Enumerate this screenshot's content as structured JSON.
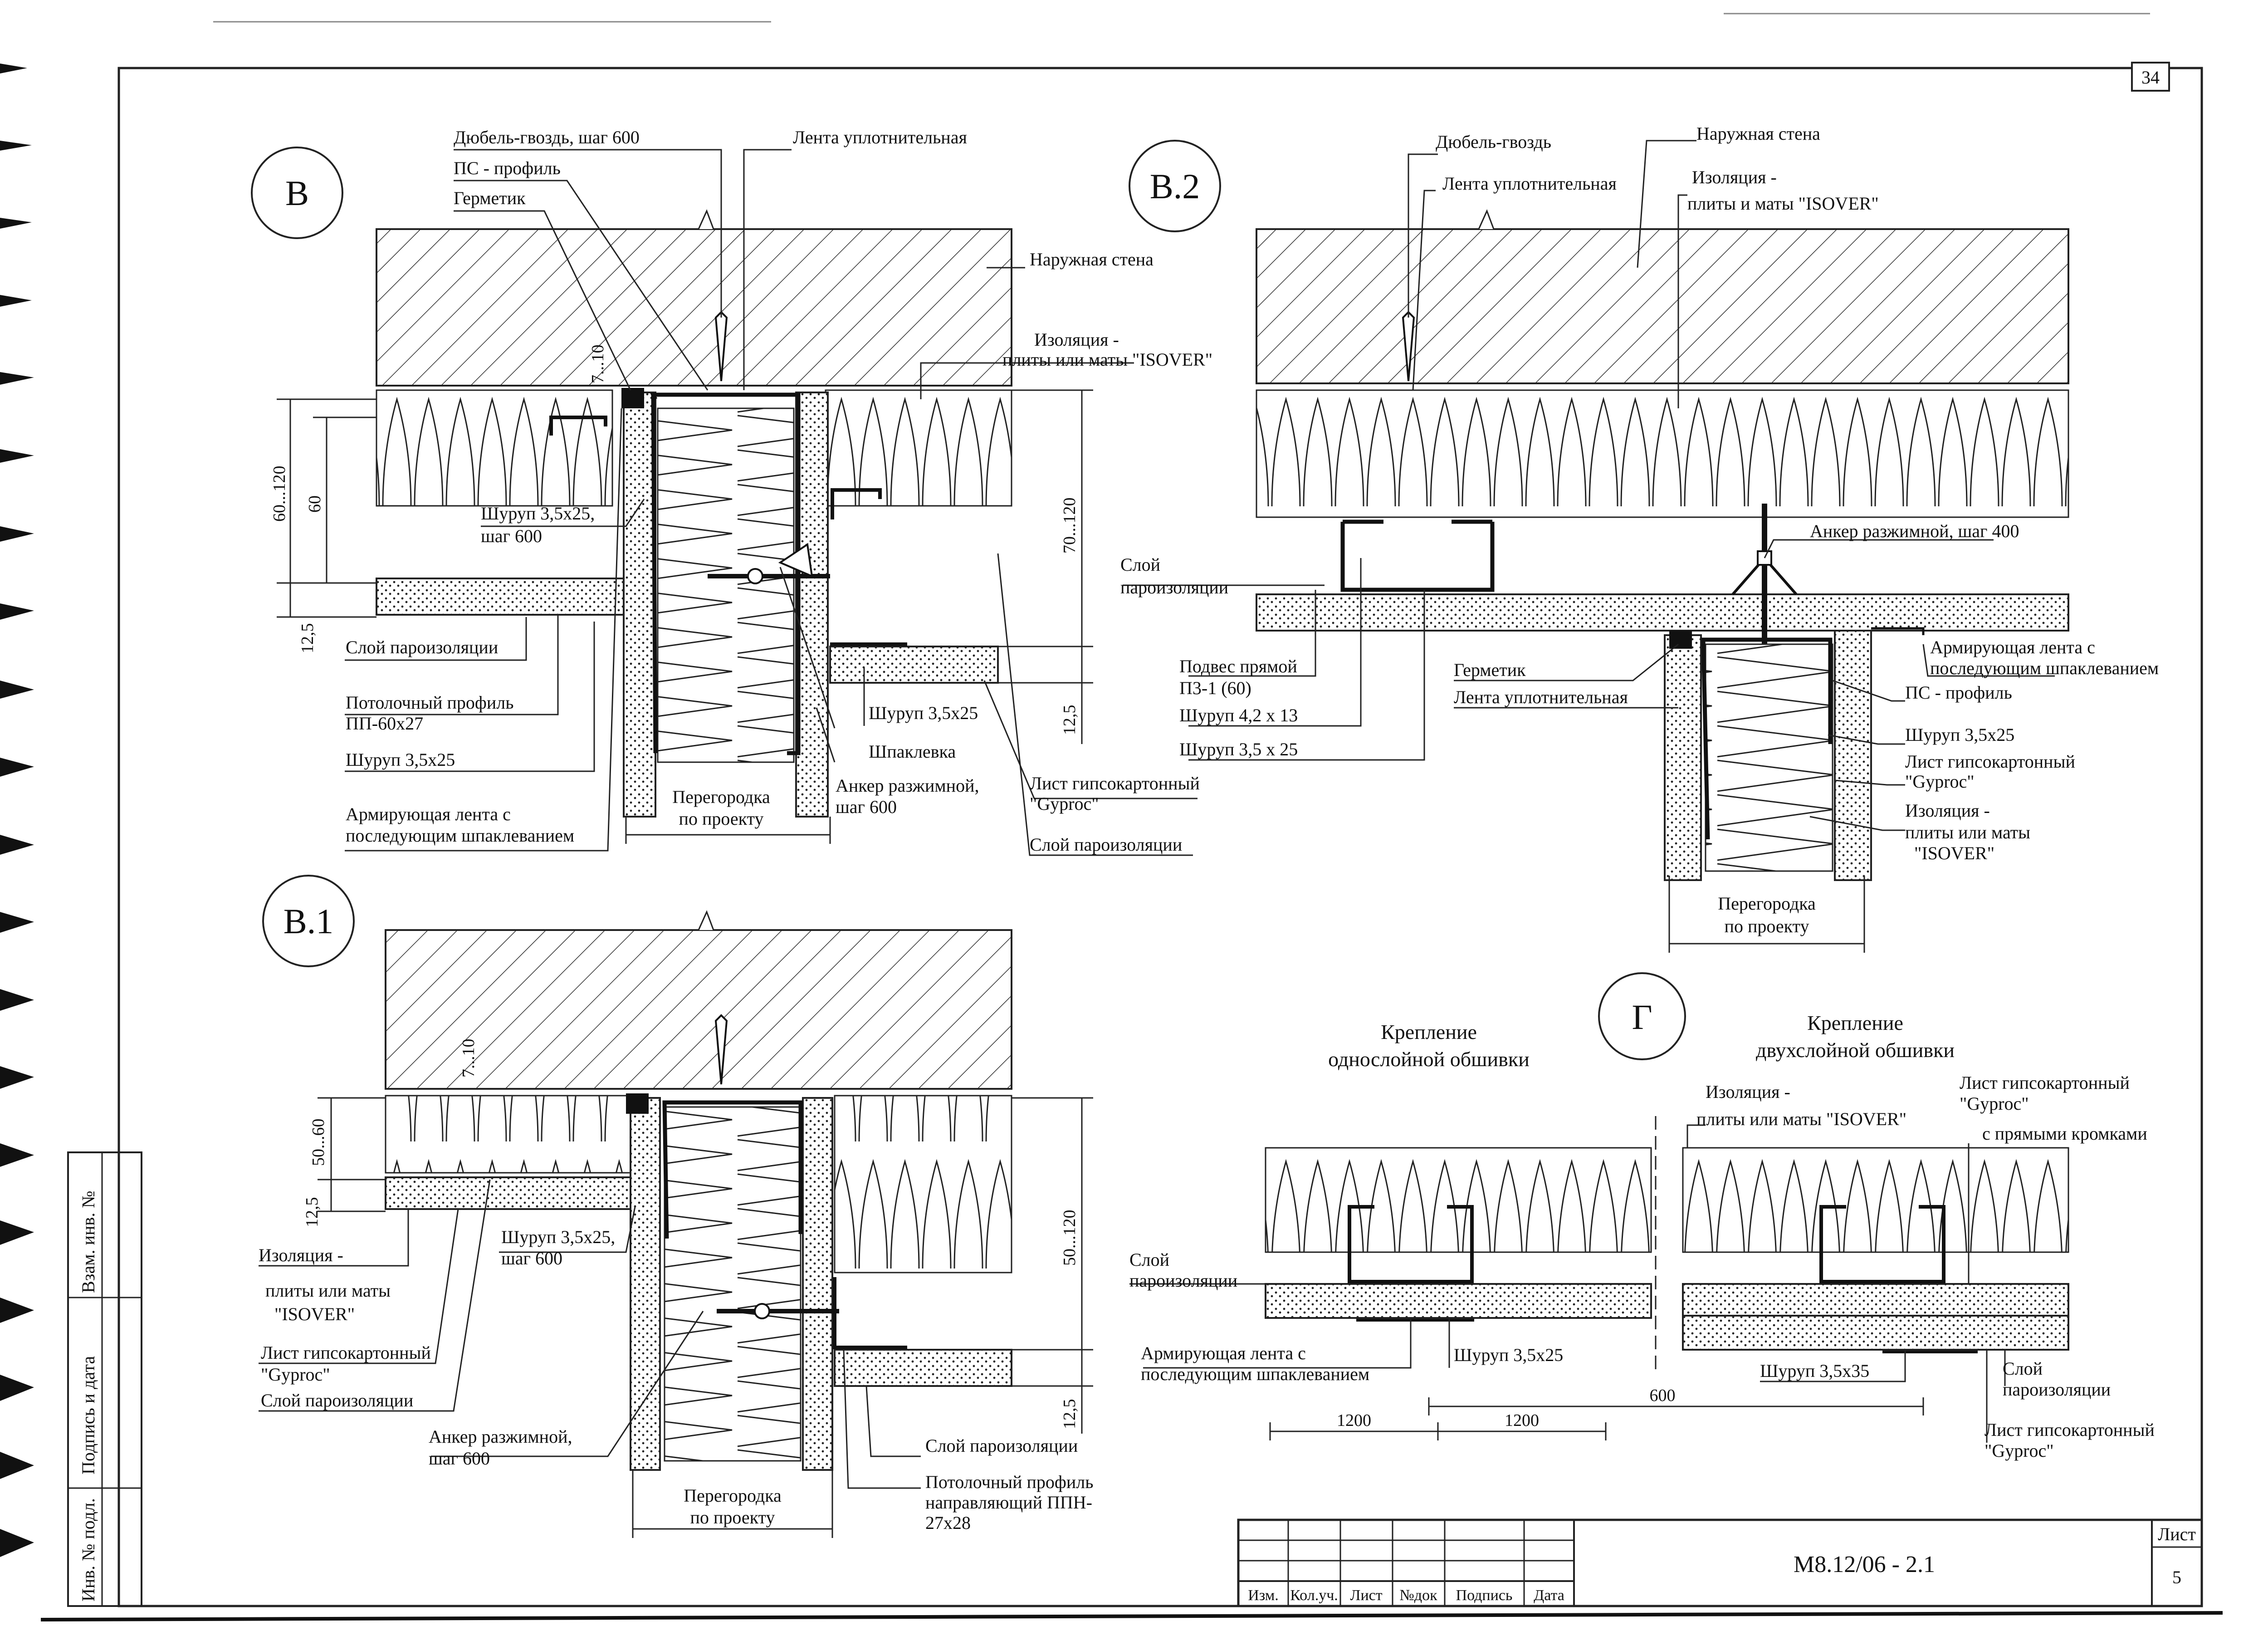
{
  "sheet": {
    "top_number": "34",
    "doc_code": "М8.12/06 - 2.1",
    "list_label": "Лист",
    "list_number": "5"
  },
  "title_block": {
    "cols": [
      "Изм.",
      "Кол.уч.",
      "Лист",
      "№док",
      "Подпись",
      "Дата"
    ]
  },
  "side_stamp": {
    "vzam": "Взам. инв. №",
    "podpis": "Подпись и дата",
    "inv": "Инв. № подл."
  },
  "detail_B": {
    "mark": "В",
    "labels": {
      "dubel": "Дюбель-гвоздь, шаг 600",
      "ps": "ПС - профиль",
      "germetik": "Герметик",
      "lenta": "Лента уплотнительная",
      "wall": "Наружная стена",
      "iso1": "Изоляция -",
      "iso2": "плиты или маты  \"ISOVER\"",
      "screw1": "Шуруп 3,5х25,",
      "screw1b": "шаг 600",
      "vapor": "Слой пароизоляции",
      "profile1": "Потолочный профиль",
      "profile2": "ПП-60х27",
      "screw2": "Шуруп 3,5х25",
      "tape1": "Армирующая лента с",
      "tape2": "последующим шпаклеванием",
      "part1": "Перегородка",
      "part2": "по проекту",
      "anchor1": "Анкер разжимной,",
      "anchor2": "шаг 600",
      "screw3": "Шуруп 3,5х25",
      "putty": "Шпаклевка",
      "gk1": "Лист гипсокартонный",
      "gk2": "\"Gyproc\"",
      "vapor2": "Слой пароизоляции"
    },
    "dims": {
      "d60_120": "60...120",
      "d60": "60",
      "d12_5": "12,5",
      "d7_10": "7...10",
      "d70_120": "70...120",
      "d12_5b": "12,5"
    }
  },
  "detail_B2": {
    "mark": "В.2",
    "labels": {
      "dubel": "Дюбель-гвоздь",
      "lenta": "Лента уплотнительная",
      "wall": "Наружная стена",
      "iso1": "Изоляция -",
      "iso2": "плиты и маты  \"ISOVER\"",
      "anchor": "Анкер разжимной, шаг 400",
      "vapor1": "Слой",
      "vapor2": "пароизоляции",
      "tape1": "Армирующая лента с",
      "tape2": "последующим шпаклеванием",
      "hanger1": "Подвес прямой",
      "hanger2": "П3-1 (60)",
      "germetik": "Герметик",
      "lenta2": "Лента уплотнительная",
      "ps": "ПС - профиль",
      "screw42": "Шуруп 4,2 х 13",
      "screw35": "Шуруп 3,5 х 25",
      "screw35b": "Шуруп 3,5х25",
      "gk1": "Лист гипсокартонный",
      "gk2": "\"Gyproc\"",
      "iso3": "Изоляция -",
      "iso4": "плиты или маты",
      "iso5": "\"ISOVER\"",
      "part1": "Перегородка",
      "part2": "по проекту"
    }
  },
  "detail_B1": {
    "mark": "В.1",
    "labels": {
      "iso1": "Изоляция -",
      "iso2": "плиты или маты",
      "iso3": "\"ISOVER\"",
      "screw1": "Шуруп 3,5х25,",
      "screw1b": "шаг 600",
      "gk1": "Лист гипсокартонный",
      "gk2": "\"Gyproc\"",
      "vapor": "Слой пароизоляции",
      "anchor1": "Анкер разжимной,",
      "anchor2": "шаг 600",
      "part1": "Перегородка",
      "part2": "по проекту",
      "vapor2": "Слой пароизоляции",
      "profile1": "Потолочный профиль",
      "profile2": "направляющий ППН-",
      "profile3": "27х28"
    },
    "dims": {
      "d50_60": "50...60",
      "d7_10": "7...10",
      "d12_5": "12,5",
      "d50_120": "50...120",
      "d12_5b": "12,5"
    }
  },
  "detail_G": {
    "mark": "Г",
    "title_single1": "Крепление",
    "title_single2": "однослойной обшивки",
    "title_double1": "Крепление",
    "title_double2": "двухслойной обшивки",
    "labels": {
      "iso1": "Изоляция -",
      "iso2": "плиты или маты \"ISOVER\"",
      "gk1": "Лист гипсокартонный",
      "gk2": "\"Gyproc\"",
      "gk3": "с прямыми кромками",
      "vapor1": "Слой",
      "vapor2": "пароизоляции",
      "tape1": "Армирующая лента с",
      "tape2": "последующим шпаклеванием",
      "screw25": "Шуруп 3,5х25",
      "screw35": "Шуруп 3,5х35",
      "vapor3": "Слой",
      "vapor4": "пароизоляции",
      "gk4": "Лист гипсокартонный",
      "gk5": "\"Gyproc\""
    },
    "dims": {
      "d600": "600",
      "d1200a": "1200",
      "d1200b": "1200"
    }
  }
}
